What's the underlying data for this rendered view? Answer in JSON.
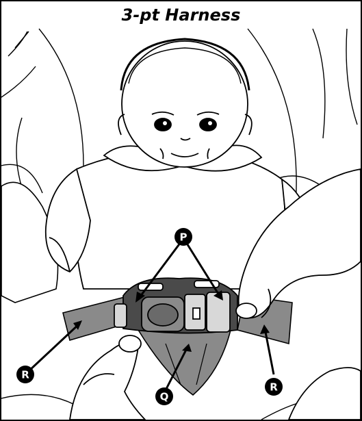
{
  "title": "3-pt Harness",
  "callouts": {
    "p": "P",
    "q": "Q",
    "r_left": "R",
    "r_right": "R"
  },
  "colors": {
    "strap": "#8a8a8a",
    "buckle_dark": "#4a4a4a",
    "buckle_light": "#d8d8d8",
    "line": "#000000"
  }
}
